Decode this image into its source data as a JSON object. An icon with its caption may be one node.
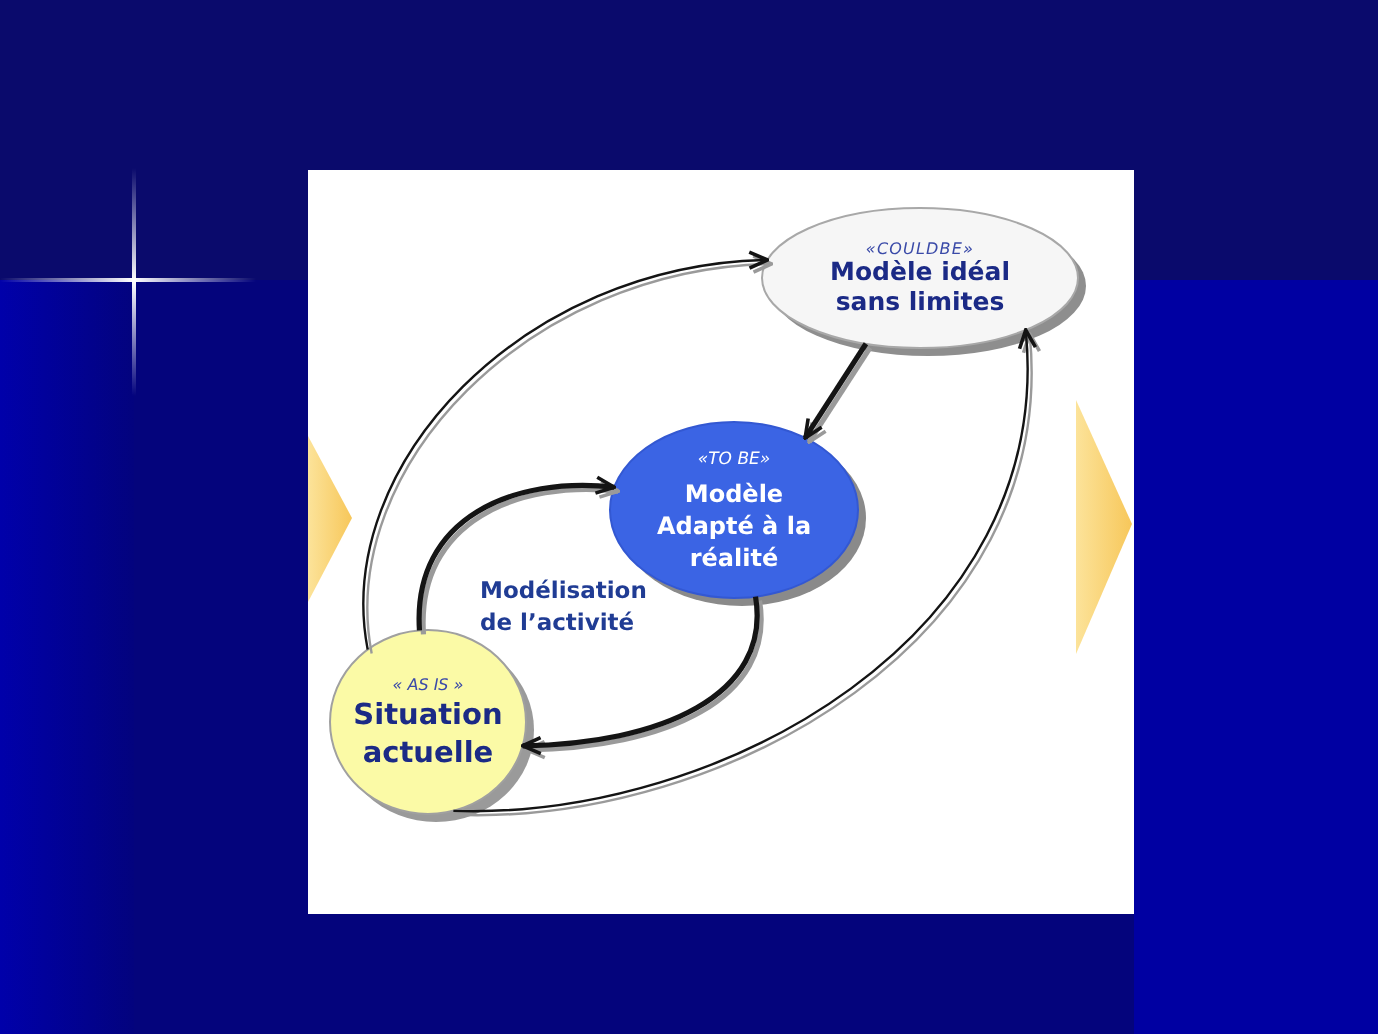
{
  "diagram": {
    "nodes": [
      {
        "text": [
          "«COULDBE»",
          "Modèle idéal sans limites"
        ]
      },
      {
        "text": [
          "«TO BE»",
          "Modèle Adapté à la réalité"
        ]
      },
      {
        "text": [
          "« AS IS »",
          "Situation actuelle"
        ]
      }
    ],
    "edges": [
      {
        "from": 2,
        "to": 0,
        "arrow": "to"
      },
      {
        "from": 2,
        "to": 0,
        "arrow": "to"
      },
      {
        "from": 0,
        "to": 1,
        "arrow": "to"
      },
      {
        "from": 2,
        "to": 1,
        "arrow": "to"
      },
      {
        "from": 1,
        "to": 2,
        "arrow": "to"
      }
    ],
    "labels": [
      "Modélisation de l’activité"
    ]
  }
}
